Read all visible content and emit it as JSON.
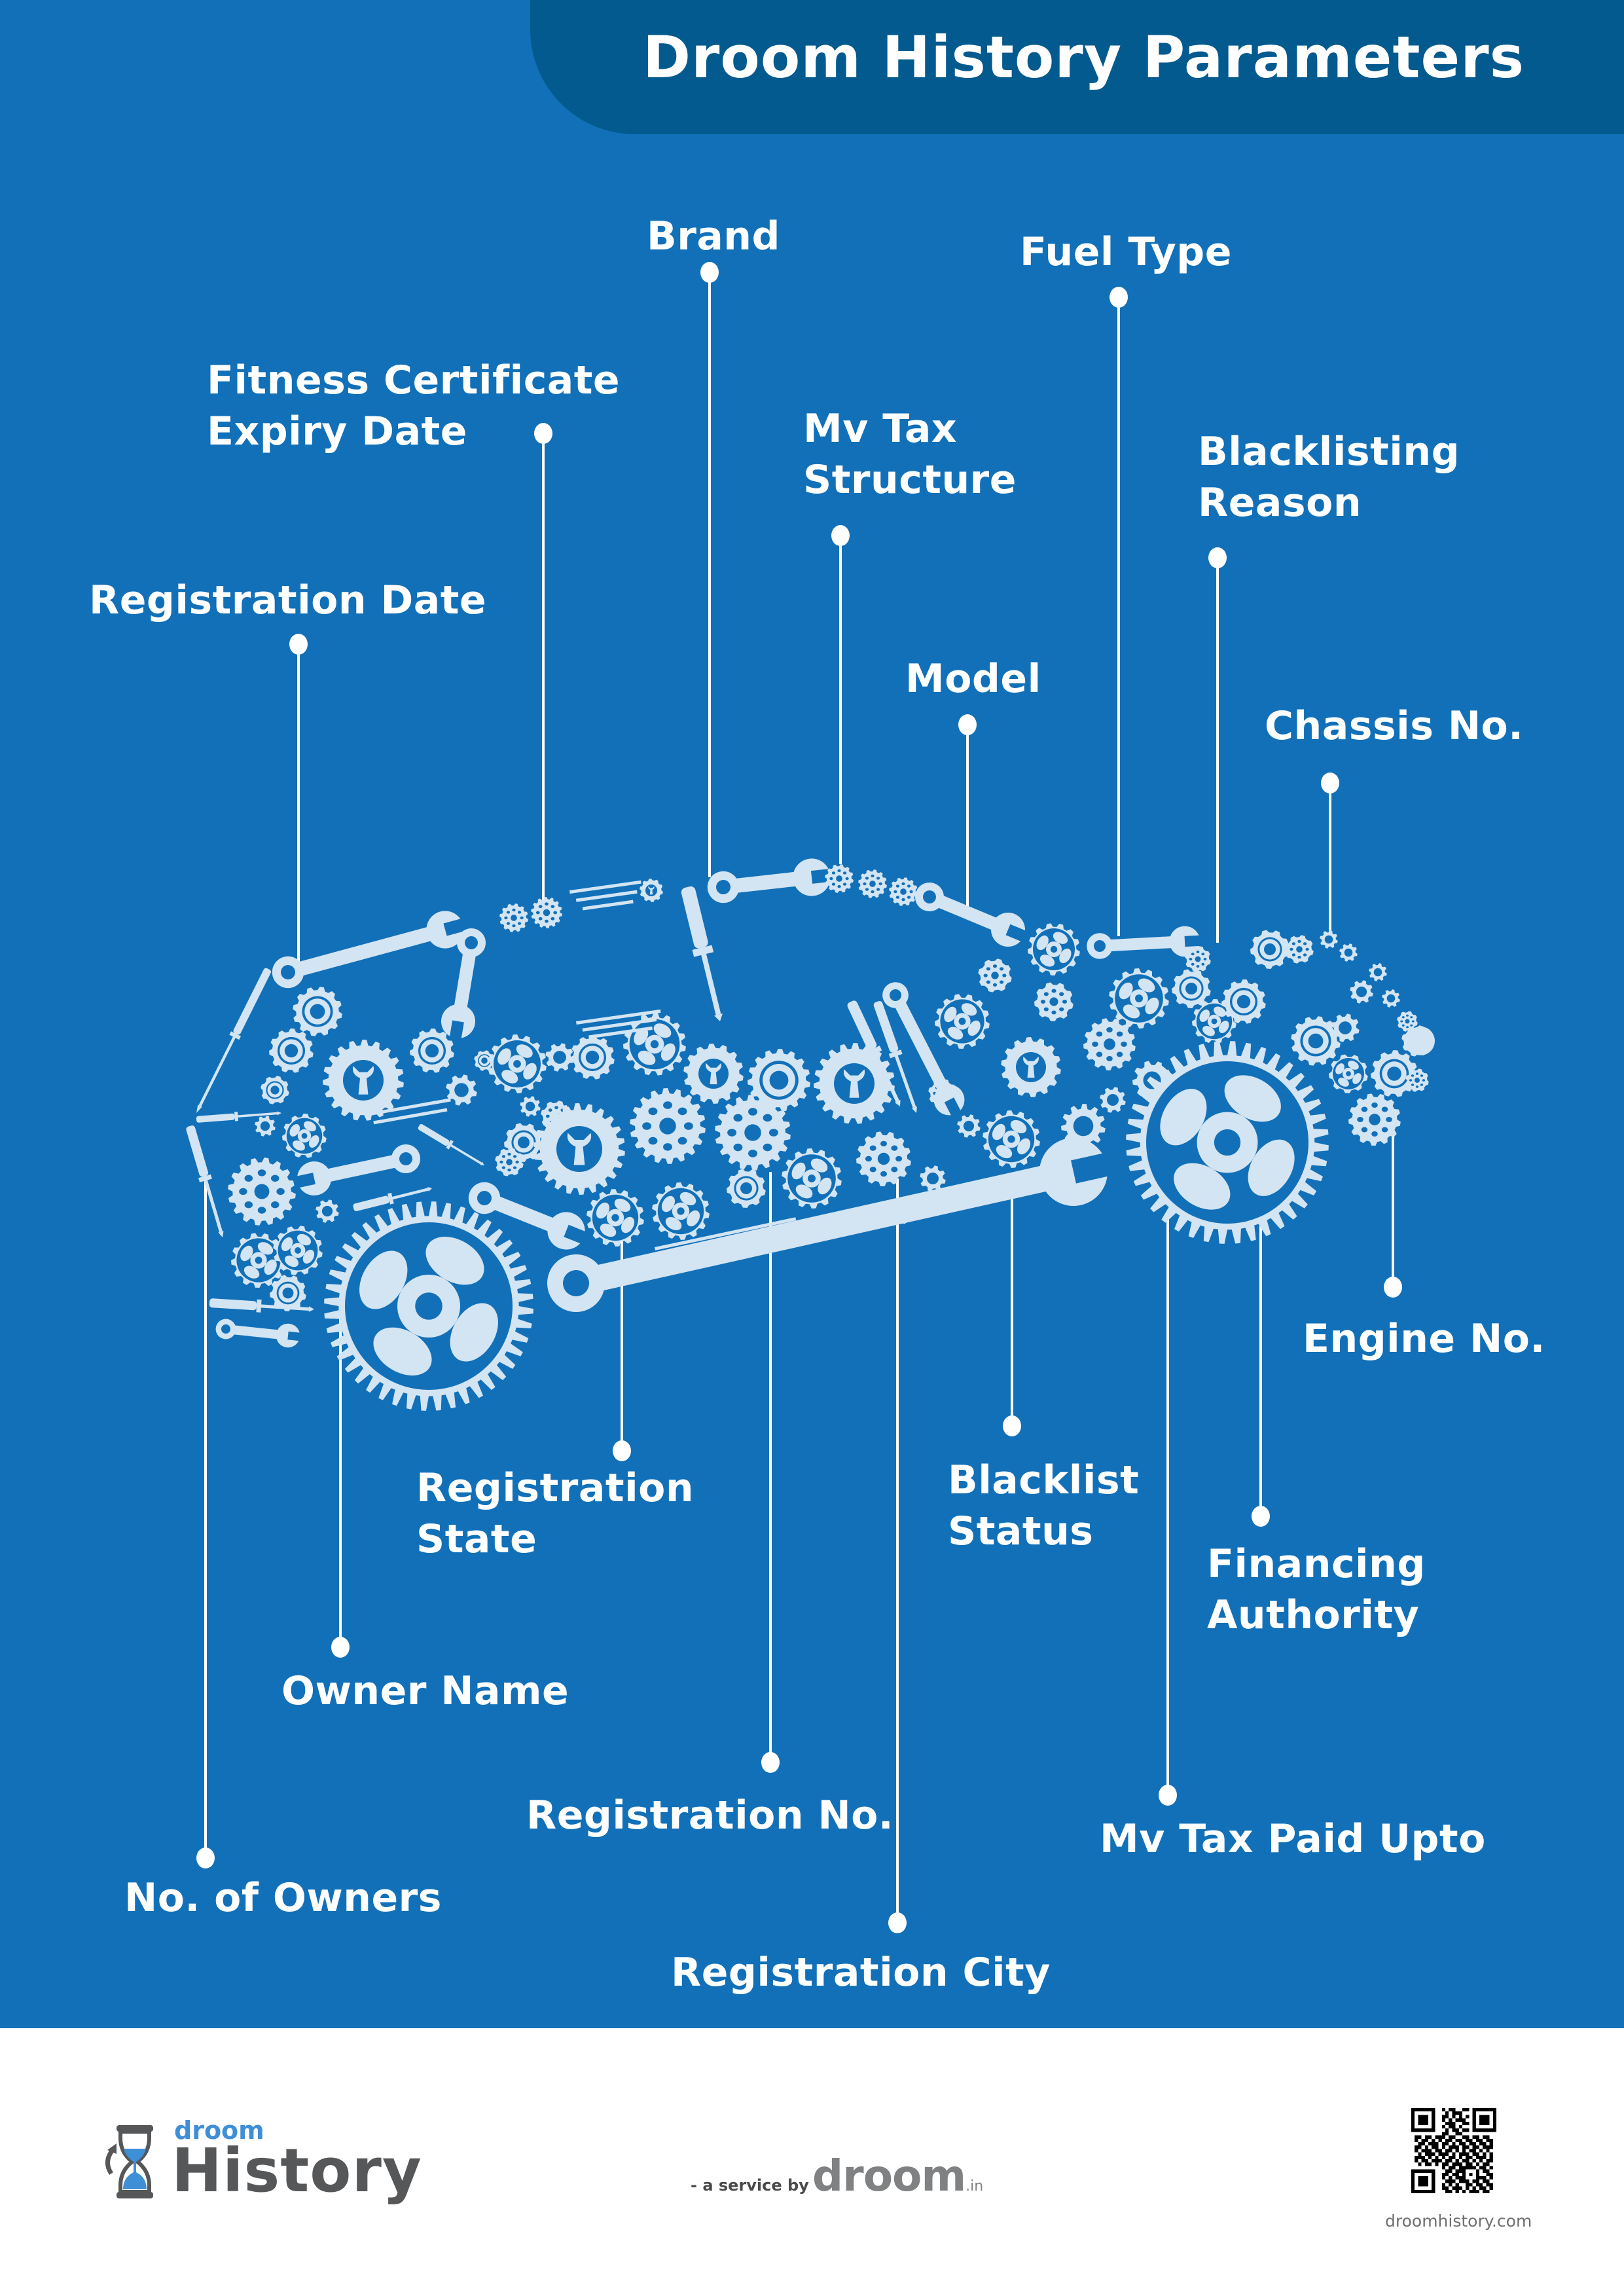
{
  "header": {
    "title": "Droom History Parameters"
  },
  "colors": {
    "background_blue": "#1170b8",
    "header_blue": "#035a8e",
    "art_light": "#d3e4f3",
    "label_white": "#ffffff",
    "footer_white": "#ffffff",
    "logo_blue": "#3f8fd6",
    "logo_gray": "#555759"
  },
  "diagram": {
    "subject": "car illustration made of gears, wrenches and screwdrivers",
    "callouts": [
      {
        "id": "brand",
        "label": "Brand"
      },
      {
        "id": "fuel-type",
        "label": "Fuel Type"
      },
      {
        "id": "fitness-certificate-expiry-date",
        "label": "Fitness Certificate\nExpiry Date"
      },
      {
        "id": "mv-tax-structure",
        "label": "Mv Tax\nStructure"
      },
      {
        "id": "blacklisting-reason",
        "label": "Blacklisting\nReason"
      },
      {
        "id": "registration-date",
        "label": "Registration Date"
      },
      {
        "id": "model",
        "label": "Model"
      },
      {
        "id": "chassis-no",
        "label": "Chassis No."
      },
      {
        "id": "engine-no",
        "label": "Engine No."
      },
      {
        "id": "registration-state",
        "label": "Registration\nState"
      },
      {
        "id": "blacklist-status",
        "label": "Blacklist\nStatus"
      },
      {
        "id": "financing-authority",
        "label": "Financing\nAuthority"
      },
      {
        "id": "owner-name",
        "label": "Owner Name"
      },
      {
        "id": "registration-no",
        "label": "Registration No."
      },
      {
        "id": "mv-tax-paid-upto",
        "label": "Mv Tax Paid Upto"
      },
      {
        "id": "no-of-owners",
        "label": "No. of Owners"
      },
      {
        "id": "registration-city",
        "label": "Registration City"
      }
    ]
  },
  "footer": {
    "logo": {
      "small_text": "droom",
      "large_text": "History",
      "icon": "hourglass-icon"
    },
    "service": {
      "prefix": "- a service by",
      "brand": "droom",
      "tld": ".in"
    },
    "qr": {
      "icon": "qr-code-icon"
    },
    "website": "droomhistory.com"
  }
}
